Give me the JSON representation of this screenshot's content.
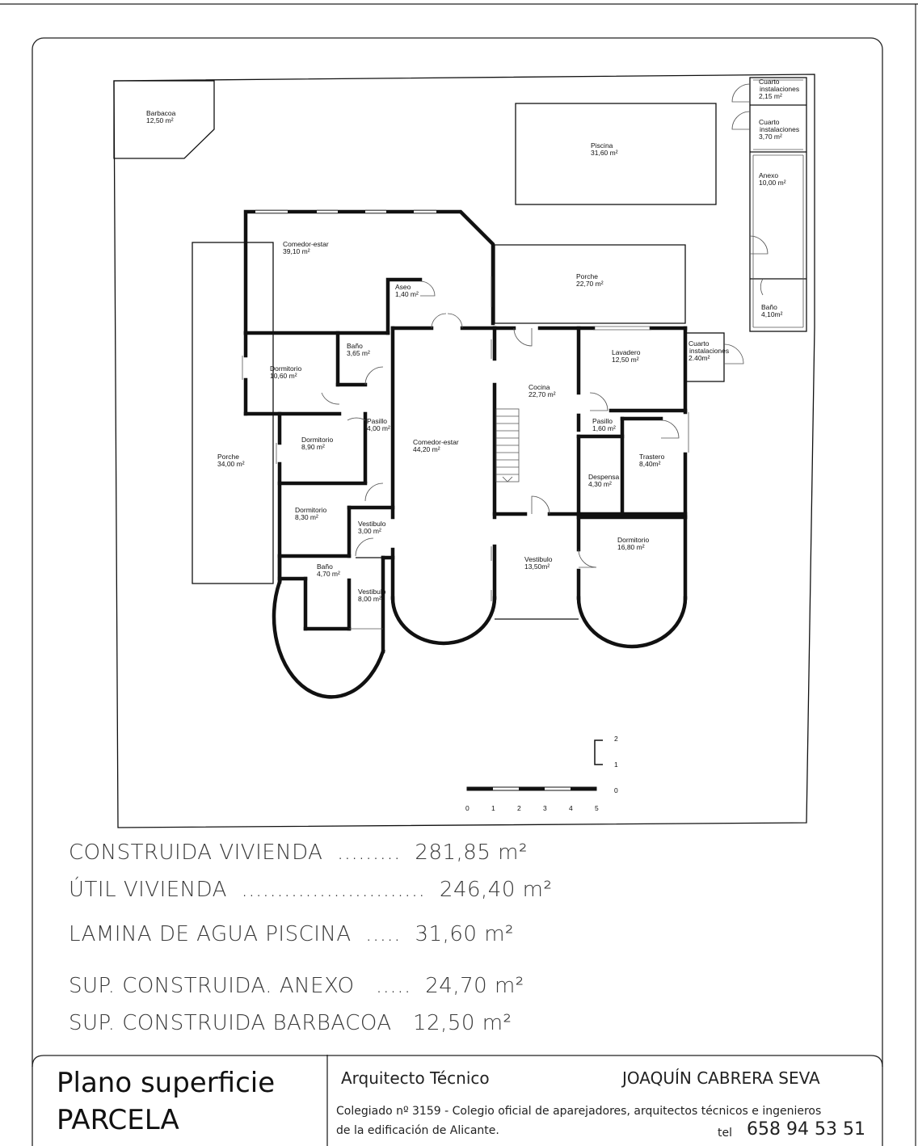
{
  "plan": {
    "rooms": [
      {
        "id": "barbacoa",
        "name": "Barbacoa",
        "area": "12,50 m²"
      },
      {
        "id": "piscina",
        "name": "Piscina",
        "area": "31,60 m²"
      },
      {
        "id": "cuarto1",
        "name": "Cuarto",
        "name2": "instalaciones",
        "area": "2,15 m²"
      },
      {
        "id": "cuarto2",
        "name": "Cuarto",
        "name2": "instalaciones",
        "area": "3,70 m²"
      },
      {
        "id": "anexo",
        "name": "Anexo",
        "area": "10,00 m²"
      },
      {
        "id": "bano_anexo",
        "name": "Baño",
        "area": "4,10m²"
      },
      {
        "id": "comedor1",
        "name": "Comedor-estar",
        "area": "39,10 m²"
      },
      {
        "id": "aseo",
        "name": "Aseo",
        "area": "1,40 m²"
      },
      {
        "id": "porche_top",
        "name": "Porche",
        "area": "22,70 m²"
      },
      {
        "id": "cuarto3",
        "name": "Cuarto",
        "name2": "instalaciones",
        "area": "2.40m²"
      },
      {
        "id": "lavadero",
        "name": "Lavadero",
        "area": "12,50 m²"
      },
      {
        "id": "bano1",
        "name": "Baño",
        "area": "3,65 m²"
      },
      {
        "id": "dorm1",
        "name": "Dormitorio",
        "area": "10,60 m²"
      },
      {
        "id": "cocina",
        "name": "Cocina",
        "area": "22,70 m²"
      },
      {
        "id": "pasillo1",
        "name": "Pasillo",
        "area": "4,00 m²"
      },
      {
        "id": "pasillo2",
        "name": "Pasillo",
        "area": "1,60 m²"
      },
      {
        "id": "dorm2",
        "name": "Dormitorio",
        "area": "8,90 m²"
      },
      {
        "id": "comedor2",
        "name": "Comedor-estar",
        "area": "44,20 m²"
      },
      {
        "id": "porche_left",
        "name": "Porche",
        "area": "34,00 m²"
      },
      {
        "id": "trastero",
        "name": "Trastero",
        "area": "8,40m²"
      },
      {
        "id": "despensa",
        "name": "Despensa",
        "area": "4,30 m²"
      },
      {
        "id": "dorm3",
        "name": "Dormitorio",
        "area": "8,30 m²"
      },
      {
        "id": "vest1",
        "name": "Vestibulo",
        "area": "3,00 m²"
      },
      {
        "id": "dorm4",
        "name": "Dormitorio",
        "area": "16,80 m²"
      },
      {
        "id": "vest2",
        "name": "Vestibulo",
        "area": "13,50m²"
      },
      {
        "id": "bano2",
        "name": "Baño",
        "area": "4,70 m²"
      },
      {
        "id": "vest3",
        "name": "Vestibulo",
        "area": "8,00 m²"
      }
    ],
    "scale_labels": [
      "0",
      "1",
      "2",
      "3",
      "4",
      "5"
    ],
    "vscale_labels": [
      "0",
      "1",
      "2"
    ]
  },
  "summary": [
    "CONSTRUIDA VIVIENDA  .........  281,85 m²",
    "ÚTIL VIVIENDA  ..........................  246,40 m²",
    "LAMINA DE AGUA PISCINA  .....  31,60 m²",
    "SUP. CONSTRUIDA. ANEXO   .....  24,70 m²",
    "SUP. CONSTRUIDA BARBACOA   12,50 m²"
  ],
  "title_block": {
    "title_line1": "Plano superficie",
    "title_line2": "PARCELA",
    "role": "Arquitecto Técnico",
    "name": "JOAQUÍN CABRERA SEVA",
    "college_line1": "Colegiado nº 3159 - Colegio oficial de aparejadores, arquitectos técnicos e ingenieros",
    "college_line2": "de la edificación de Alicante.",
    "tel_label": "tel",
    "tel": "658 94 53 51"
  }
}
